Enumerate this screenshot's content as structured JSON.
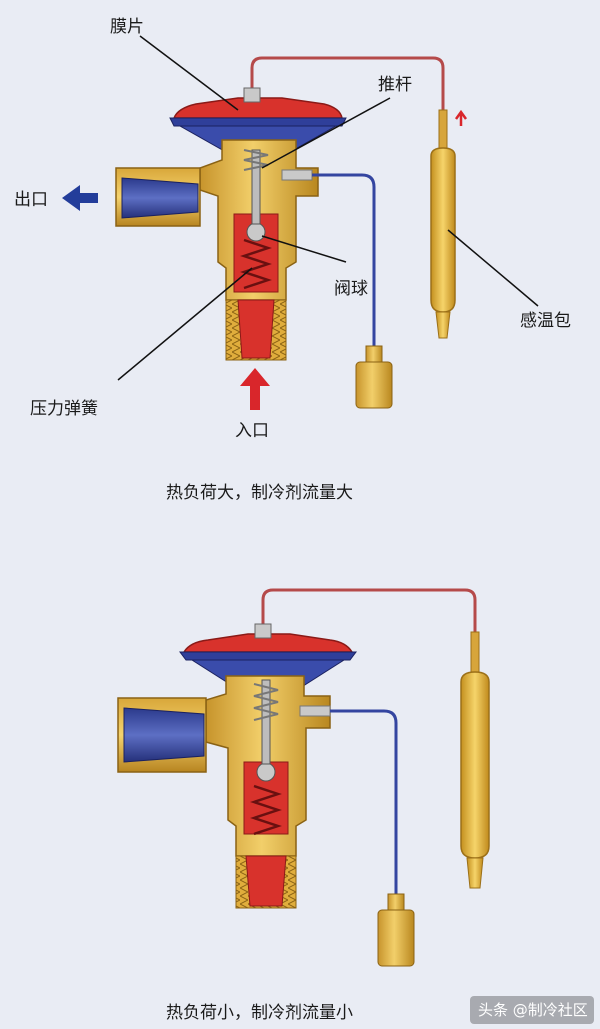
{
  "labels": {
    "diaphragm": "膜片",
    "push_rod": "推杆",
    "outlet": "出口",
    "valve_ball": "阀球",
    "sensing_bulb": "感温包",
    "pressure_spring": "压力弹簧",
    "inlet": "入口"
  },
  "captions": {
    "top": "热负荷大，制冷剂流量大",
    "bottom": "热负荷小，制冷剂流量小"
  },
  "watermark": "头条 @制冷社区",
  "colors": {
    "background": "#e9ecf4",
    "brass": "#e3b243",
    "brass_dark": "#a87a1c",
    "refrigerant_red": "#d8322c",
    "blue": "#2f3f9a",
    "arrow_blue": "#233d9a",
    "arrow_red": "#d9262b",
    "capillary": "#b54a4a"
  }
}
